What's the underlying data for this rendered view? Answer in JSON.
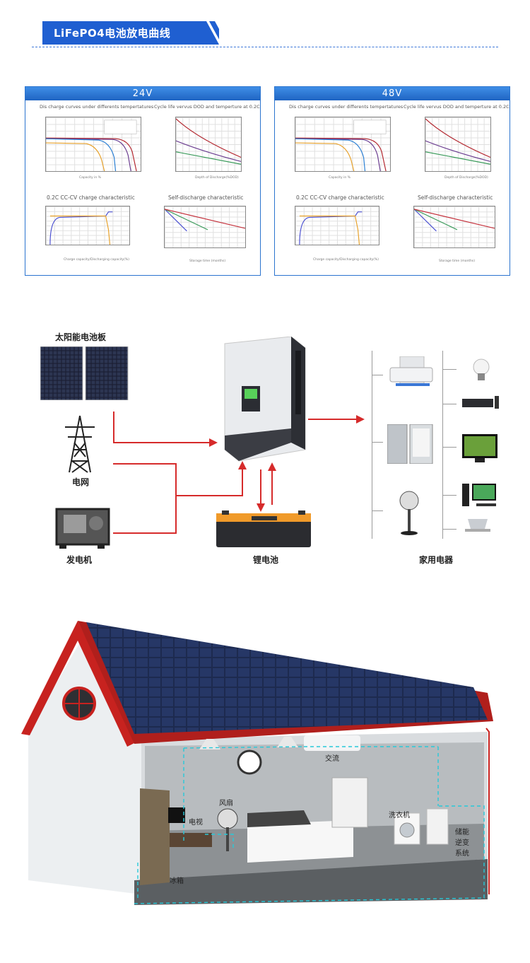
{
  "header": {
    "title": "LiFePO4电池放电曲线"
  },
  "panels": [
    {
      "title": "24V",
      "charts": {
        "discharge": "Dis charge curves under differents tempertatures",
        "cycle": "Cycle life vervus DOD and temperture at 0.2C",
        "charge": "0.2C  CC-CV charge characteristic",
        "self": "Self-discharge characteristic"
      },
      "axis": {
        "capacity": "Capacity in %",
        "dod": "Depth of Discharge(%DOD)",
        "charge_x": "Charge capacity/Discharging capacity(%)",
        "storage": "Storage time (months)"
      }
    },
    {
      "title": "48V",
      "charts": {
        "discharge": "Dis charge curves under differents tempertatures",
        "cycle": "Cycle life vervus DOD and temperture at 0.2C",
        "charge": "0.2C  CC-CV charge characteristic",
        "self": "Self-discharge characteristic"
      },
      "axis": {
        "capacity": "Capacity in %",
        "dod": "Depth of Discharge(%DOD)",
        "charge_x": "Charge capacity/Discharging capacity(%)",
        "storage": "Storage time (months)"
      }
    }
  ],
  "diagram": {
    "solar": "太阳能电池板",
    "grid": "电网",
    "generator": "发电机",
    "battery": "锂电池",
    "appliances": "家用电器"
  },
  "house": {
    "ac": "交流",
    "fan": "风扇",
    "tv": "电视",
    "washer": "洗衣机",
    "storage": "储能逆变系统",
    "fridge": "冰箱"
  },
  "colors": {
    "accent": "#1f5fd1",
    "flow": "#d62b2b",
    "panel_border": "#2b74cf"
  }
}
